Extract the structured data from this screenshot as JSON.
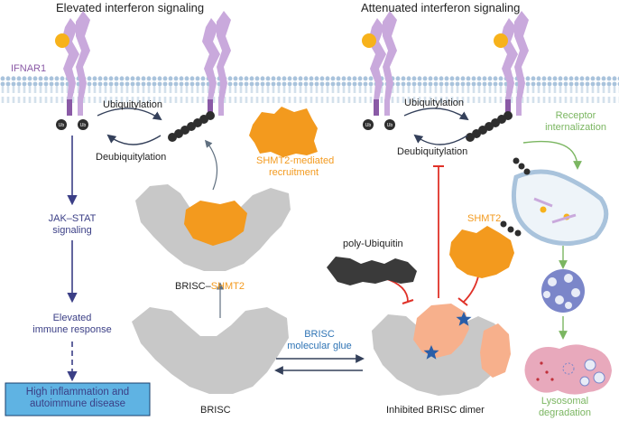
{
  "titles": {
    "left": "Elevated interferon signaling",
    "right": "Attenuated interferon signaling"
  },
  "receptor_label": "IFNAR1",
  "ub_tag": "Ub",
  "left_cycle": {
    "top": "Ubiquitylation",
    "bottom": "Deubiquitylation"
  },
  "right_cycle": {
    "top": "Ubiquitylation",
    "bottom": "Deubiquitylation"
  },
  "recruitment": {
    "line1": "SHMT2-mediated",
    "line2": "recruitment"
  },
  "pathway": {
    "jak_line1": "JAK–STAT",
    "jak_line2": "signaling",
    "immune_line1": "Elevated",
    "immune_line2": "immune response"
  },
  "disease_box": {
    "line1": "High inflammation and",
    "line2": "autoimmune disease"
  },
  "brisc_shmt2": {
    "part1": "BRISC–",
    "part2": "SHMT2"
  },
  "brisc_label": "BRISC",
  "glue": {
    "line1": "BRISC",
    "line2": "molecular glue"
  },
  "poly_ub_label": "poly-Ubiquitin",
  "shmt2_label": "SHMT2",
  "inhibited_label": "Inhibited BRISC dimer",
  "internalization": {
    "line1": "Receptor",
    "line2": "internalization"
  },
  "lysosomal": {
    "line1": "Lysosomal",
    "line2": "degradation"
  },
  "colors": {
    "navy": "#3b3f86",
    "orange": "#f39a1e",
    "green": "#7bb661",
    "purple": "#8a5aa6",
    "light_purple": "#c9a9dc",
    "grey_complex": "#c8c8c8",
    "salmon": "#f7b08c",
    "red_inhibition": "#e03128",
    "membrane_blue": "#a9c3dc",
    "disease_box": "#5fb3e3",
    "star_blue": "#2a5ea8",
    "ub_black": "#2e2e2e",
    "ifn_yellow": "#f7b21b"
  }
}
